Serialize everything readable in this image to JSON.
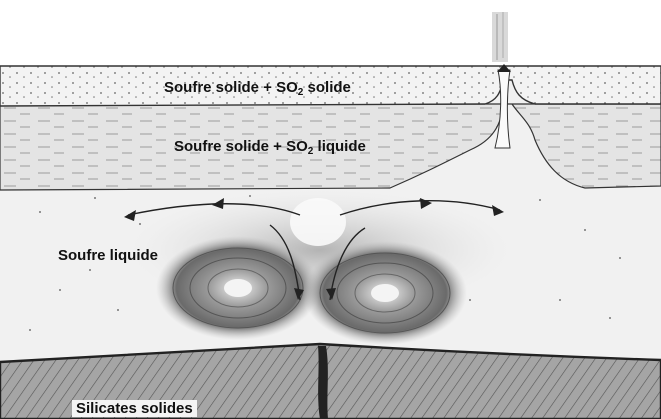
{
  "labels": {
    "layer_1_prefix": "Soufre solide + SO",
    "layer_1_sub": "2",
    "layer_1_suffix": " solide",
    "layer_2_prefix": "Soufre solide + SO",
    "layer_2_sub": "2",
    "layer_2_suffix": " liquide",
    "layer_3": "Soufre liquide",
    "layer_4": "Silicates solides"
  },
  "colors": {
    "background": "#ffffff",
    "solid_so2_layer": "#f3f3f3",
    "liquid_so2_layer": "#e4e4e4",
    "liquid_sulfur": "#f1f1f1",
    "silicates": "#9a9a9a",
    "ink": "#222222"
  }
}
